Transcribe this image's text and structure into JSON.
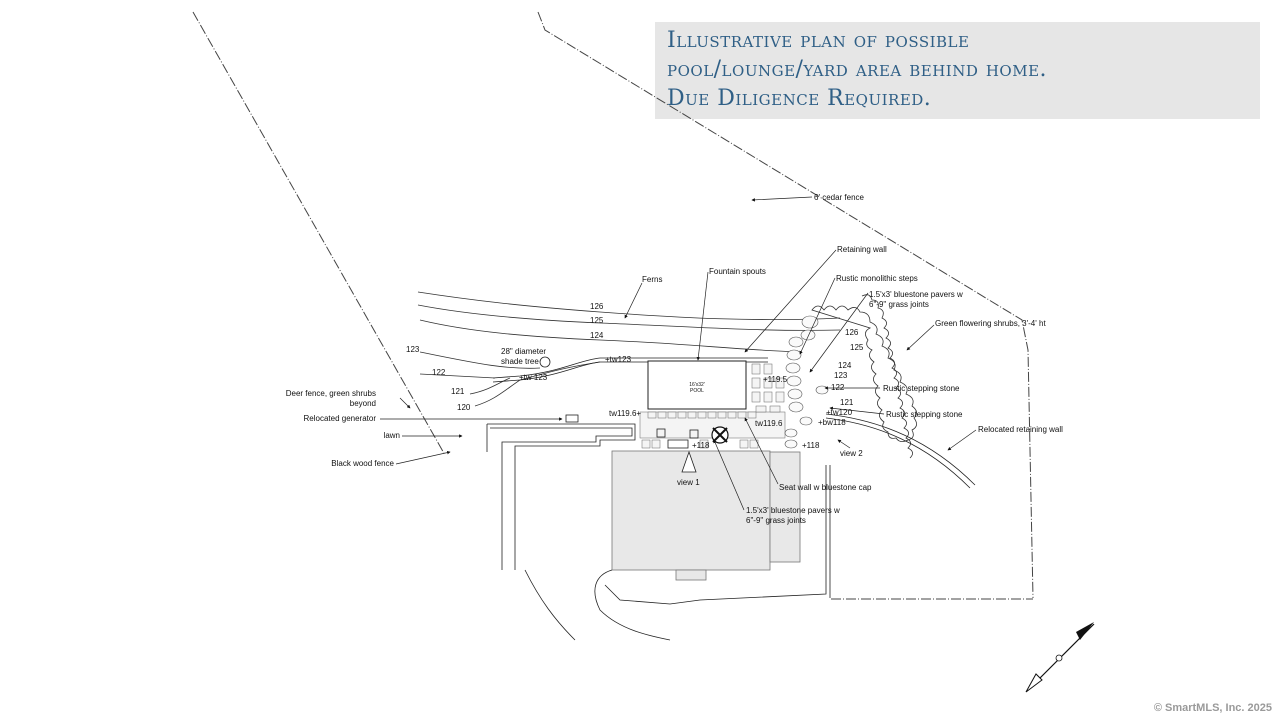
{
  "title": {
    "line1": "Illustrative plan of possible",
    "line2": "pool/lounge/yard area behind home.",
    "line3": "Due Diligence Required."
  },
  "labels": {
    "cedar_fence": "6' cedar fence",
    "retaining_wall": "Retaining wall",
    "fountain_spouts": "Fountain spouts",
    "ferns": "Ferns",
    "rustic_steps": "Rustic monolithic steps",
    "bluestone_top_1": "1.5'x3' bluestone pavers w",
    "bluestone_top_2": "6\"-9\" grass joints",
    "green_shrubs": "Green flowering shrubs, 3'-4' ht",
    "shade_tree_1": "28\" diameter",
    "shade_tree_2": "shade tree",
    "deer_fence_1": "Deer fence, green shrubs",
    "deer_fence_2": "beyond",
    "relocated_generator": "Relocated generator",
    "lawn": "lawn",
    "black_fence": "Black wood fence",
    "rustic_stone_1": "Rustic stepping stone",
    "rustic_stone_2": "Rustic stepping stone",
    "relocated_retaining_wall": "Relocated retaining wall",
    "view1": "view 1",
    "view2": "view 2",
    "seat_wall": "Seat wall w bluestone cap",
    "bluestone_bottom_1": "1.5'x3' bluestone pavers w",
    "bluestone_bottom_2": "6\"-9\" grass joints",
    "pool_1": "16'x32'",
    "pool_2": "POOL"
  },
  "contours": {
    "c126": "126",
    "c125": "125",
    "c124": "124",
    "c123": "123",
    "c122": "122",
    "c121": "121",
    "c120": "120",
    "r126": "126",
    "r125": "125",
    "r124": "124",
    "r123": "123",
    "r122": "122",
    "r121": "121"
  },
  "elevations": {
    "tw123_a": "+tw123",
    "tw123_b": "+tw 123",
    "tw1196_a": "tw119.6+",
    "tw1196_b": "tw119.6",
    "e1195": "+119.5",
    "e118_a": "+118",
    "e118_b": "+118",
    "tw120": "+tw120",
    "bw118": "+bw118"
  },
  "copyright": "© SmartMLS, Inc.  2025"
}
